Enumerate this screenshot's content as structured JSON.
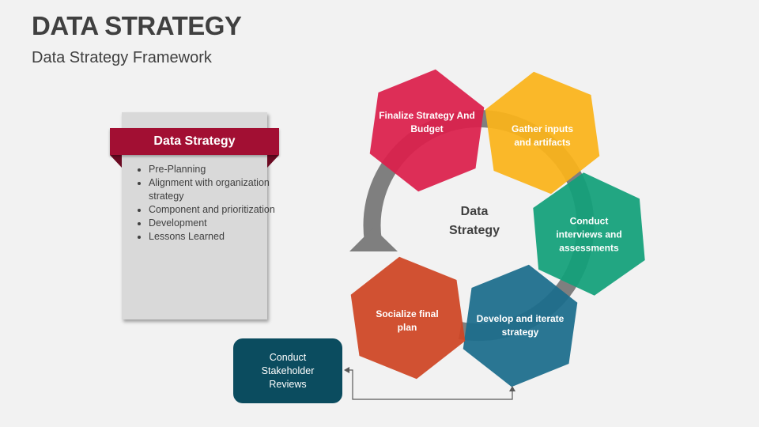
{
  "header": {
    "title": "DATA STRATEGY",
    "subtitle": "Data Strategy Framework"
  },
  "card": {
    "title": "Data Strategy",
    "items": [
      "Pre-Planning",
      "Alignment with organization strategy",
      "Component and prioritization",
      "Development",
      "Lessons Learned"
    ]
  },
  "center": {
    "line1": "Data",
    "line2": "Strategy"
  },
  "steps": [
    {
      "label": "Finalize Strategy And Budget",
      "color": "#dc1f4b"
    },
    {
      "label": "Gather inputs and artifacts",
      "color": "#fbb41a"
    },
    {
      "label": "Conduct interviews and assessments",
      "color": "#12a07a"
    },
    {
      "label": "Develop and iterate strategy",
      "color": "#1b6d8c"
    },
    {
      "label": "Socialize final plan",
      "color": "#cf4523"
    }
  ],
  "review": {
    "label": "Conduct Stakeholder Reviews",
    "color": "#0b4c5f"
  }
}
